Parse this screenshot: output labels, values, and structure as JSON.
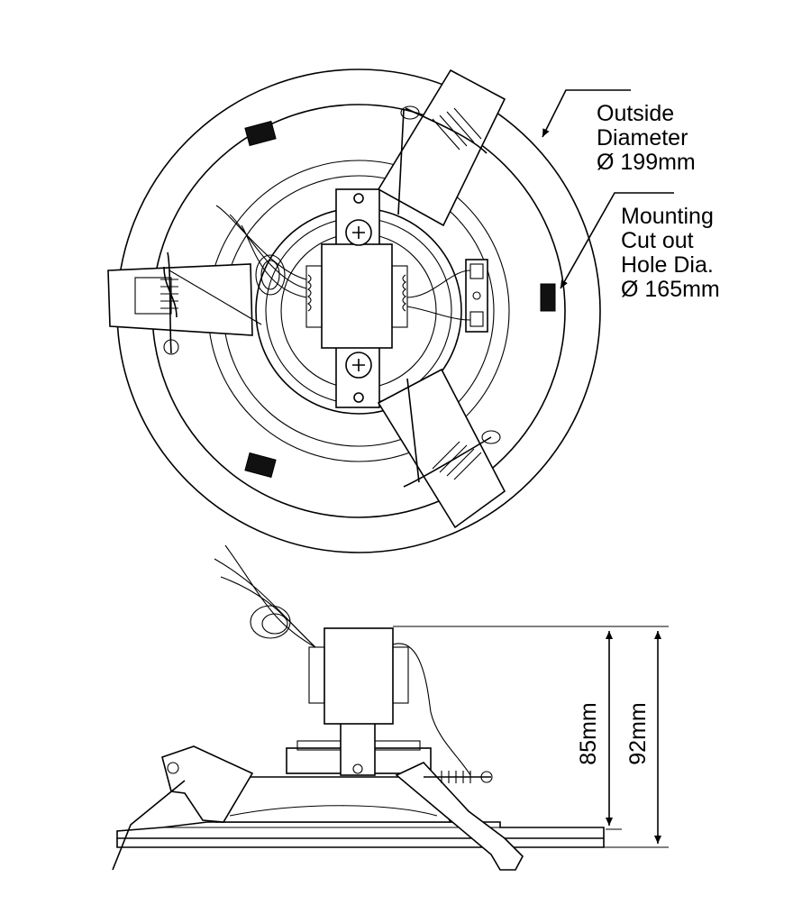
{
  "top_view": {
    "outside_diameter": {
      "line1": "Outside",
      "line2": "Diameter",
      "line3": "Ø 199mm"
    },
    "cutout": {
      "line1": "Mounting",
      "line2": "Cut out",
      "line3": "Hole Dia.",
      "line4": "Ø 165mm"
    }
  },
  "side_view": {
    "dim_inner": "85mm",
    "dim_outer": "92mm"
  }
}
